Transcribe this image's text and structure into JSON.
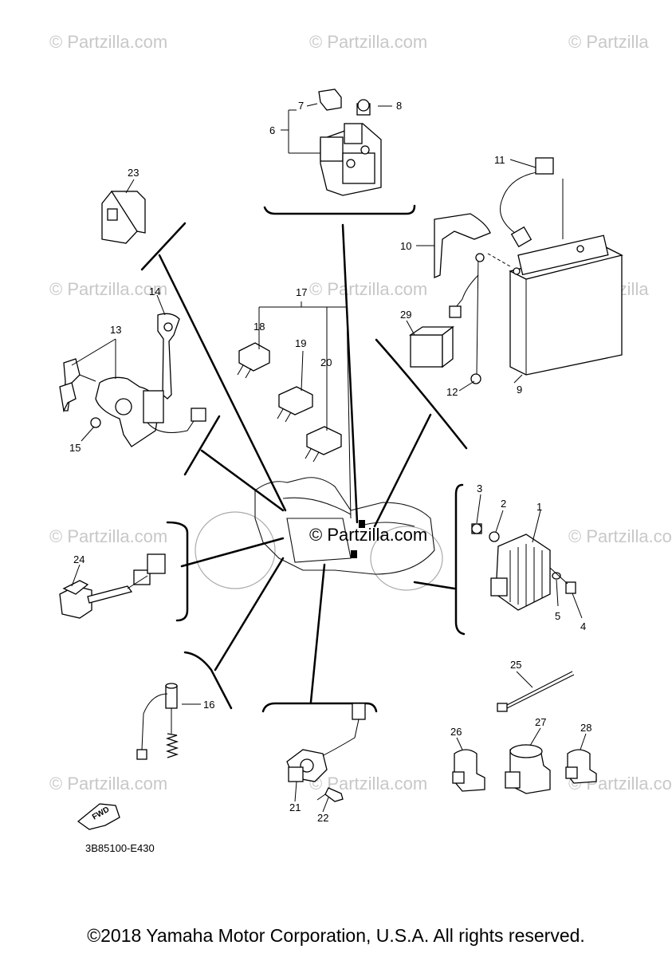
{
  "watermarks": {
    "corner": "© Partzilla.com",
    "corner_short": "© Partzilla",
    "center": "© Partzilla.com"
  },
  "diagram_code": "3B85100-E430",
  "fwd_label": "FWD",
  "copyright": "©2018 Yamaha Motor Corporation, U.S.A. All rights reserved.",
  "callouts": [
    "1",
    "2",
    "3",
    "4",
    "5",
    "6",
    "7",
    "8",
    "9",
    "10",
    "11",
    "12",
    "13",
    "14",
    "15",
    "16",
    "17",
    "18",
    "19",
    "20",
    "21",
    "22",
    "23",
    "24",
    "25",
    "26",
    "27",
    "28",
    "29"
  ]
}
